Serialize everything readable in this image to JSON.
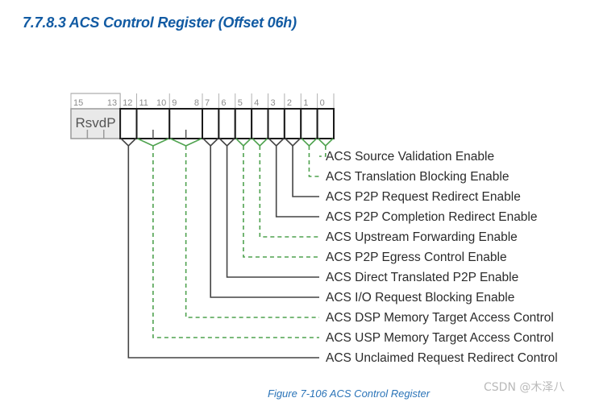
{
  "heading": {
    "text": "7.7.8.3 ACS Control Register (Offset 06h)",
    "color": "#125ba3"
  },
  "caption": {
    "text": "Figure  7-106  ACS Control Register",
    "color": "#2b74b8"
  },
  "watermark": {
    "text": "CSDN @木泽八",
    "color": "#b9b9b9"
  },
  "colors": {
    "solid_line": "#444444",
    "dashed_line": "#4fa24f",
    "reserved_fill": "#e9e9e9",
    "reserved_border": "#9a9a9a",
    "cell_border": "#1a1a1a",
    "bitnum": "#8c8c8c",
    "label_text": "#2b2b2b"
  },
  "register": {
    "name": "ACS Control Register",
    "width_bits": 16,
    "bit_numbers": [
      "15",
      "13",
      "12",
      "11",
      "10",
      "9",
      "8",
      "7",
      "6",
      "5",
      "4",
      "3",
      "2",
      "1",
      "0"
    ],
    "reserved_label": "RsvdP",
    "fields": [
      {
        "name": "RsvdP",
        "bits": "15:13",
        "reserved": true,
        "leader": "none"
      },
      {
        "name": "ACS Source Validation Enable",
        "bits": "0",
        "reserved": false,
        "leader": "dashed"
      },
      {
        "name": "ACS Translation Blocking Enable",
        "bits": "1",
        "reserved": false,
        "leader": "dashed"
      },
      {
        "name": "ACS P2P Request Redirect Enable",
        "bits": "2",
        "reserved": false,
        "leader": "solid"
      },
      {
        "name": "ACS P2P Completion Redirect Enable",
        "bits": "3",
        "reserved": false,
        "leader": "solid"
      },
      {
        "name": "ACS Upstream Forwarding Enable",
        "bits": "4",
        "reserved": false,
        "leader": "dashed"
      },
      {
        "name": "ACS P2P Egress Control Enable",
        "bits": "5",
        "reserved": false,
        "leader": "dashed"
      },
      {
        "name": "ACS Direct Translated P2P Enable",
        "bits": "6",
        "reserved": false,
        "leader": "solid"
      },
      {
        "name": "ACS I/O Request Blocking Enable",
        "bits": "7",
        "reserved": false,
        "leader": "solid"
      },
      {
        "name": "ACS DSP Memory Target Access Control",
        "bits": "9:8",
        "reserved": false,
        "leader": "dashed"
      },
      {
        "name": "ACS USP Memory Target Access Control",
        "bits": "11:10",
        "reserved": false,
        "leader": "dashed"
      },
      {
        "name": "ACS Unclaimed Request Redirect Control",
        "bits": "12",
        "reserved": false,
        "leader": "solid"
      }
    ],
    "labels": [
      "ACS Source Validation Enable",
      "ACS Translation Blocking Enable",
      "ACS P2P Request Redirect Enable",
      "ACS P2P Completion Redirect Enable",
      "ACS Upstream Forwarding Enable",
      "ACS P2P Egress Control Enable",
      "ACS Direct Translated P2P Enable",
      "ACS I/O Request Blocking Enable",
      "ACS DSP Memory Target Access Control",
      "ACS USP Memory Target Access Control",
      "ACS Unclaimed Request Redirect Control"
    ]
  }
}
